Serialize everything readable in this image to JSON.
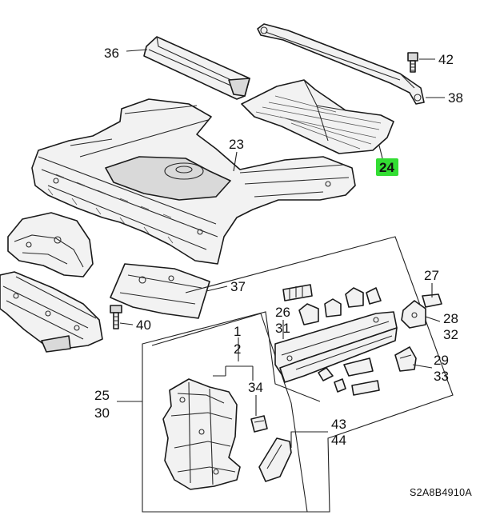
{
  "diagram_code": "S2A8B4910A",
  "highlight_color": "#33dd33",
  "callouts": {
    "c36": "36",
    "c42": "42",
    "c38": "38",
    "c23": "23",
    "c24": "24",
    "c37": "37",
    "c40": "40",
    "c27": "27",
    "c26": "26",
    "c31": "31",
    "c28": "28",
    "c32": "32",
    "c1": "1",
    "c2": "2",
    "c29": "29",
    "c33": "33",
    "c34": "34",
    "c25": "25",
    "c30": "30",
    "c43": "43",
    "c44": "44"
  },
  "icons": [
    "bolt-icon",
    "grommet-icon",
    "clip-icon"
  ]
}
